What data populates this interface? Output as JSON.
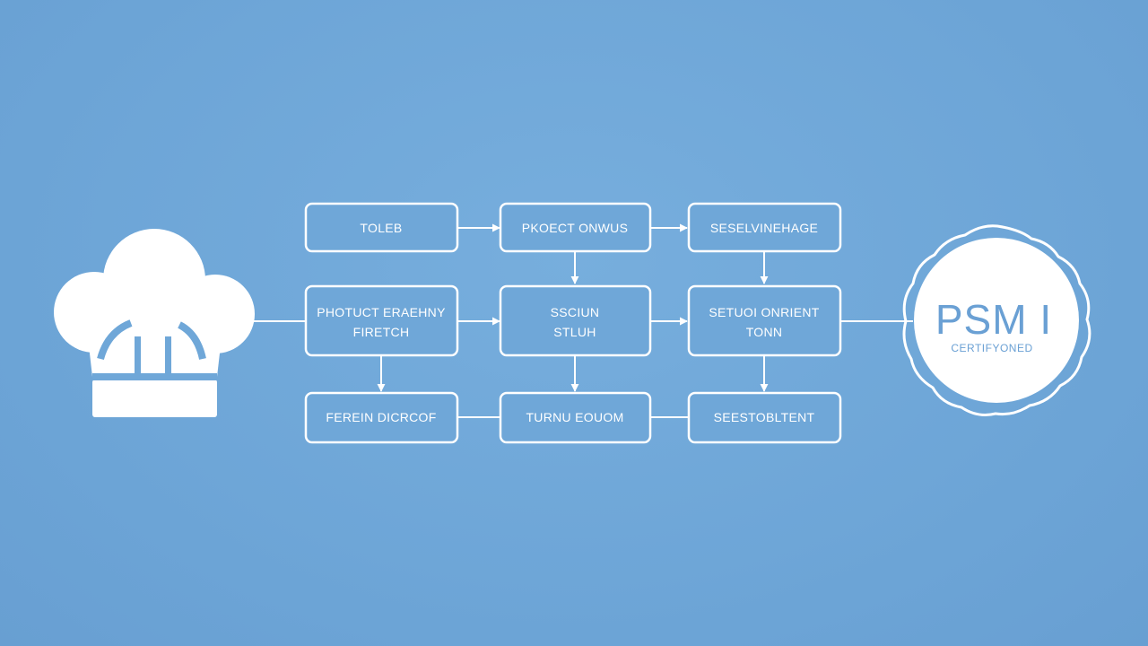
{
  "colors": {
    "background": "#6fa7d8",
    "lines": "#ffffff",
    "badge_text": "#6aa0d4"
  },
  "icons": {
    "chef_hat": "chef-hat-icon",
    "certificate": "certificate-seal-icon"
  },
  "boxes": {
    "r1c1": "TOLEB",
    "r1c2": "PKOECT ONWUS",
    "r1c3": "SESELVINEHAGE",
    "r2c1_line1": "PHOTUCT ERAEHNY",
    "r2c1_line2": "FIRETCH",
    "r2c2_line1": "SSCIUN",
    "r2c2_line2": "STLUH",
    "r2c3_line1": "SETUOI ONRIENT",
    "r2c3_line2": "TONN",
    "r3c1": "FEREIN DICRCOF",
    "r3c2": "TURNU EOUOM",
    "r3c3": "SEESTOBLTENT"
  },
  "badge": {
    "title": "PSM I",
    "subtitle": "CERTIFYONED"
  }
}
